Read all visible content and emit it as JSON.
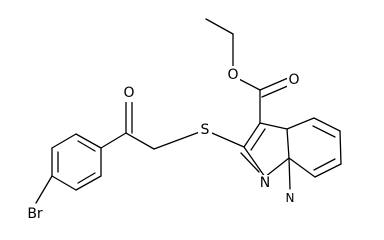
{
  "molecule": {
    "atoms": {
      "br": "Br",
      "o_ketone": "O",
      "s": "S",
      "o_ester_carbonyl": "O",
      "o_ester_ether": "O",
      "n_pyrazole": "N",
      "n_bridge": "N"
    }
  },
  "colors": {
    "bond": "#000000",
    "text": "#000000",
    "background": "#ffffff"
  }
}
